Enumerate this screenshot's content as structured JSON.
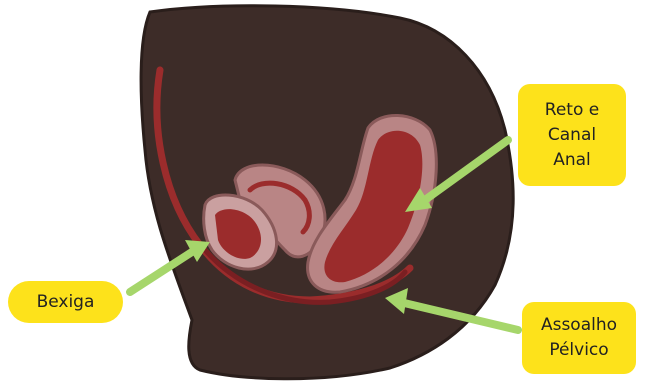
{
  "labels": {
    "reto_canal_anal": [
      "Reto e",
      "Canal",
      "Anal"
    ],
    "bexiga": [
      "Bexiga"
    ],
    "assoalho_pelvico": [
      "Assoalho",
      "Pélvico"
    ]
  },
  "colors": {
    "body": "#3d2c28",
    "body_outline": "#2a1e1b",
    "organ_red": "#9b2c2c",
    "organ_red_dark": "#7a1f22",
    "organ_pink": "#b98585",
    "organ_pink_light": "#caa0a0",
    "arrow": "#a6d66b",
    "label_bg": "#fde21b",
    "label_text": "#222222"
  },
  "icons": {
    "arrow_reto": "arrow-icon",
    "arrow_bexiga": "arrow-icon",
    "arrow_assoalho": "arrow-icon"
  }
}
